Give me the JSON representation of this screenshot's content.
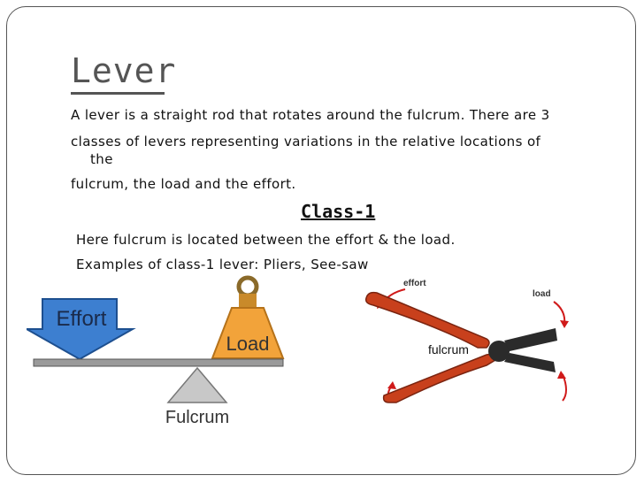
{
  "slide": {
    "title": "Lever",
    "intro_lines": [
      "A lever is a straight rod that rotates around the fulcrum. There are 3",
      "classes of levers representing variations in the relative locations of",
      "the",
      "fulcrum, the load and the effort."
    ],
    "class_heading": "Class-1",
    "bullets": [
      "Here fulcrum is located between the effort & the load.",
      "Examples of class-1 lever: Pliers, See-saw"
    ]
  },
  "seesaw_diagram": {
    "effort_label": "Effort",
    "load_label": "Load",
    "fulcrum_label": "Fulcrum",
    "colors": {
      "effort": "#3d7fd0",
      "load": "#f2a33a",
      "beam": "#9a9a9a",
      "fulcrum": "#c8c8c8"
    }
  },
  "pliers_diagram": {
    "effort_label": "effort",
    "load_label": "load",
    "fulcrum_label": "fulcrum",
    "colors": {
      "handle": "#c8401c",
      "arrow": "#d01a1a",
      "metal": "#2b2b2b"
    }
  }
}
